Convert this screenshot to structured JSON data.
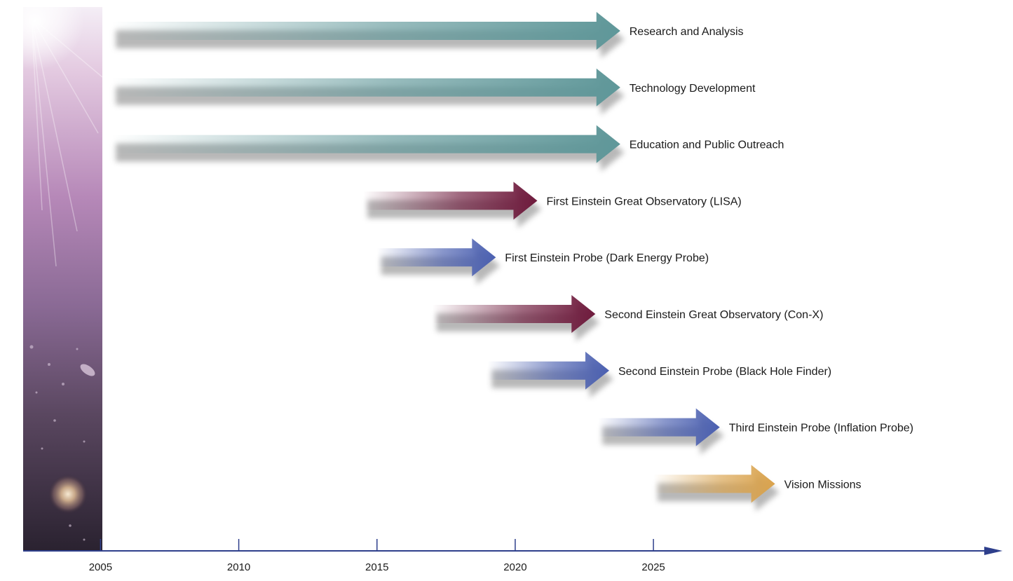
{
  "chart_data": {
    "type": "bar",
    "subtype": "timeline-gantt",
    "title": "",
    "xlabel": "",
    "ylabel": "",
    "x_ticks": [
      2005,
      2010,
      2015,
      2020,
      2025
    ],
    "xlim": [
      2002.2,
      2037.5
    ],
    "grid": false,
    "legend": "none",
    "colors": {
      "teal": "#5f9799",
      "maroon": "#6e1a3c",
      "blue": "#4a5fb0",
      "gold": "#d9a24c",
      "axis": "#2e3f8c"
    },
    "tasks": [
      {
        "label": "Research and Analysis",
        "start": 2005.4,
        "end": 2023.8,
        "color": "teal"
      },
      {
        "label": "Technology Development",
        "start": 2005.4,
        "end": 2023.8,
        "color": "teal"
      },
      {
        "label": "Education and Public Outreach",
        "start": 2005.4,
        "end": 2023.8,
        "color": "teal"
      },
      {
        "label": "First Einstein Great Observatory (LISA)",
        "start": 2014.5,
        "end": 2020.8,
        "color": "maroon"
      },
      {
        "label": "First Einstein Probe (Dark Energy Probe)",
        "start": 2015.0,
        "end": 2019.3,
        "color": "blue"
      },
      {
        "label": "Second Einstein Great Observatory (Con-X)",
        "start": 2017.0,
        "end": 2022.9,
        "color": "maroon"
      },
      {
        "label": "Second Einstein Probe (Black Hole Finder)",
        "start": 2019.0,
        "end": 2023.4,
        "color": "blue"
      },
      {
        "label": "Third Einstein Probe (Inflation Probe)",
        "start": 2023.0,
        "end": 2027.4,
        "color": "blue"
      },
      {
        "label": "Vision Missions",
        "start": 2025.0,
        "end": 2029.4,
        "color": "gold"
      }
    ]
  }
}
